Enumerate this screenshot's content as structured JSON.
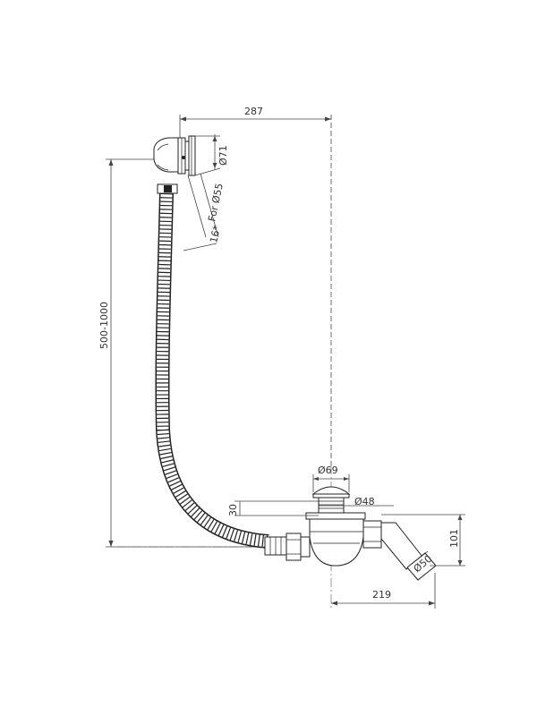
{
  "colors": {
    "line": "#222222",
    "dimension": "#444444",
    "background": "#ffffff"
  },
  "dimensions": {
    "top_width": "287",
    "overflow_outer_dia": "Ø71",
    "overflow_bore": "For Ø55",
    "overflow_thickness": "16*",
    "height_range": "500-1000",
    "drain_cap_dia": "Ø69",
    "drain_cap_height": "30",
    "drain_body_dia": "Ø48",
    "outlet_height": "101",
    "outlet_dia": "Ø50",
    "outlet_offset": "219"
  }
}
